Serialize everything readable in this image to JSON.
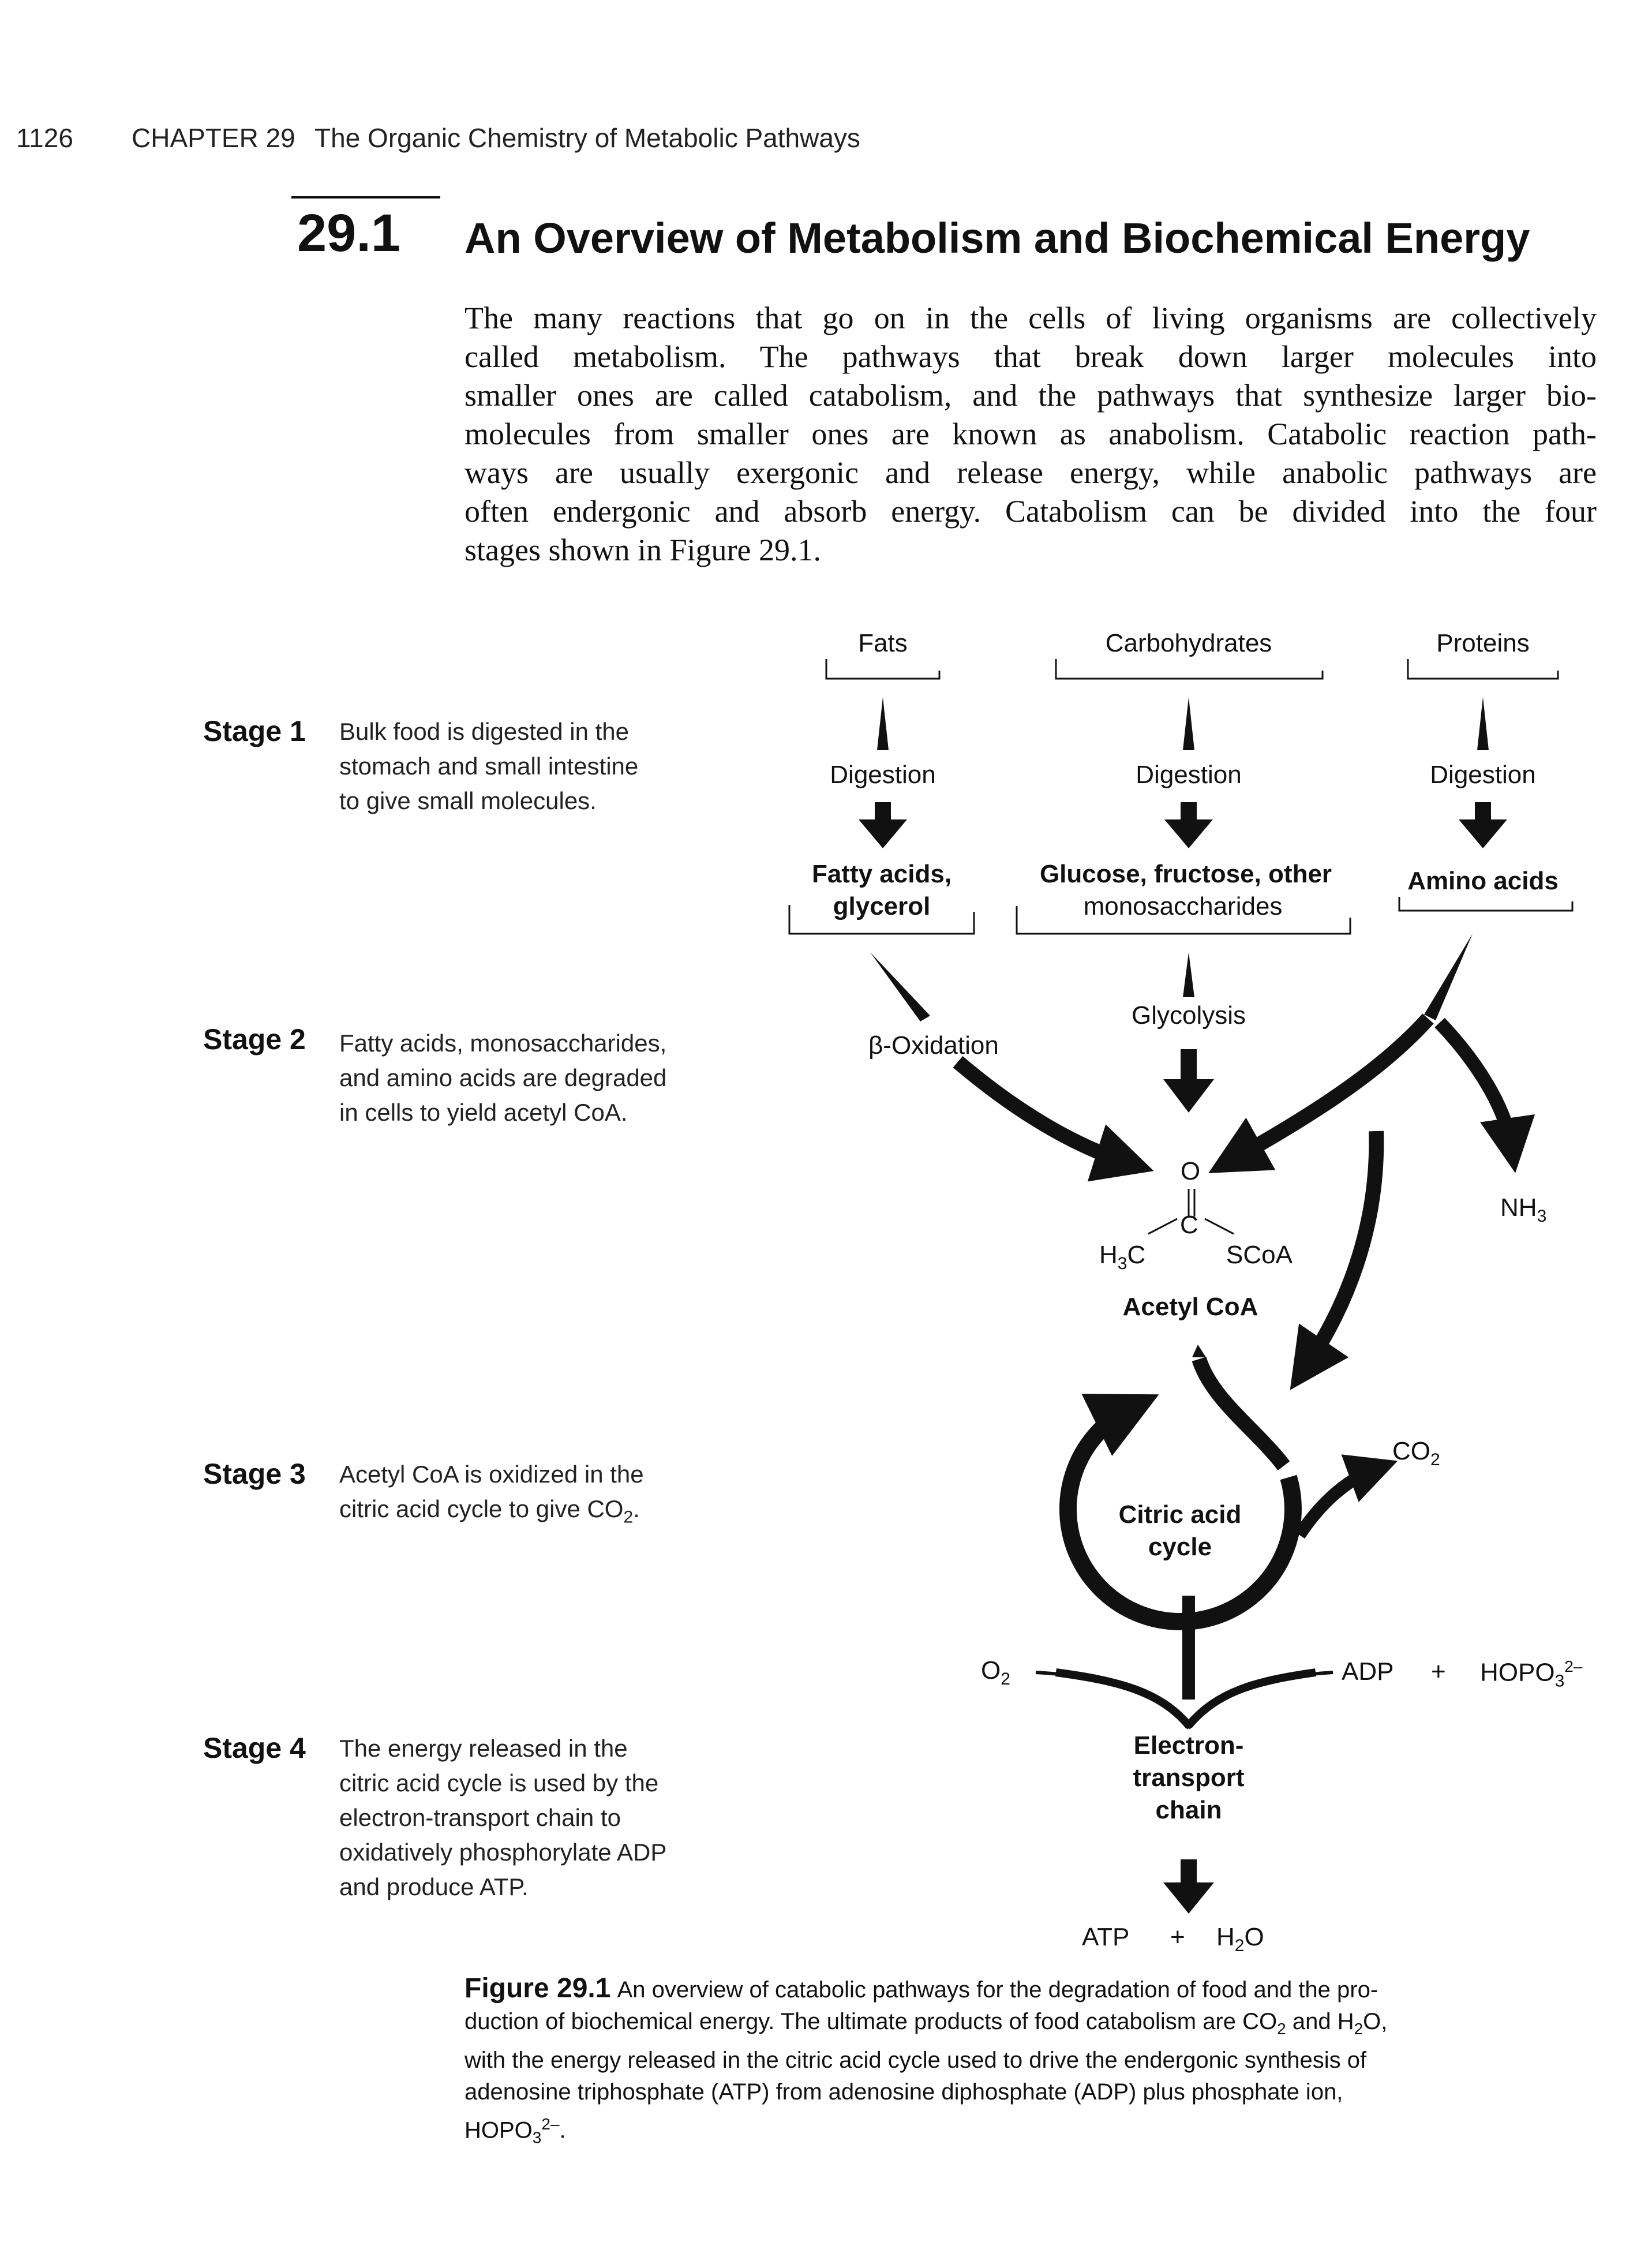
{
  "running_header": {
    "page_number": "1126",
    "chapter": "CHAPTER 29",
    "chapter_title": "The Organic Chemistry of Metabolic Pathways"
  },
  "section": {
    "number": "29.1",
    "title": "An Overview of Metabolism and Biochemical Energy"
  },
  "body_lines": [
    "The many reactions that go on in the cells of living organisms are collectively",
    "called metabolism. The pathways that break down larger molecules into",
    "smaller ones are called catabolism, and the pathways that synthesize larger bio-",
    "molecules from smaller ones are known as anabolism. Catabolic reaction path-",
    "ways are usually exergonic and release energy, while anabolic pathways are",
    "often endergonic and absorb energy. Catabolism can be divided into the four",
    "stages shown in Figure 29.1."
  ],
  "stages": [
    {
      "label": "Stage 1",
      "lines": [
        "Bulk food is digested in the",
        "stomach and small intestine",
        "to give small molecules."
      ]
    },
    {
      "label": "Stage 2",
      "lines": [
        "Fatty acids, monosaccharides,",
        "and amino acids are degraded",
        "in cells to yield acetyl CoA."
      ]
    },
    {
      "label": "Stage 3",
      "lines": [
        "Acetyl CoA is oxidized in the",
        "citric acid cycle to give CO2."
      ]
    },
    {
      "label": "Stage 4",
      "lines": [
        "The energy released in the",
        "citric acid cycle is used by the",
        "electron-transport chain to",
        "oxidatively phosphorylate ADP",
        "and produce ATP."
      ]
    }
  ],
  "diagram": {
    "fats": "Fats",
    "carbohydrates": "Carbohydrates",
    "proteins": "Proteins",
    "digestion": "Digestion",
    "fatty_acids": "Fatty acids,",
    "glycerol": "glycerol",
    "glucose": "Glucose, fructose, other",
    "monosaccharides": "monosaccharides",
    "amino_acids": "Amino acids",
    "glycolysis": "Glycolysis",
    "beta_oxidation": "β-Oxidation",
    "nh3": "NH3",
    "acetyl_o": "O",
    "acetyl_h3c": "H3C",
    "acetyl_c": "C",
    "acetyl_scoa": "SCoA",
    "acetyl_coa": "Acetyl CoA",
    "citric_acid": "Citric acid",
    "cycle": "cycle",
    "co2": "CO2",
    "o2": "O2",
    "adp": "ADP",
    "plus": "+",
    "hopo3": "HOPO3",
    "hopo3_charge": "2–",
    "electron": "Electron-",
    "transport": "transport",
    "chain": "chain",
    "atp": "ATP",
    "h2o": "H2O"
  },
  "caption": {
    "label": "Figure 29.1",
    "lines": [
      "An overview of catabolic pathways for the degradation of food and the pro-",
      "duction of biochemical energy. The ultimate products of food catabolism are CO2 and H2O,",
      "with the energy released in the citric acid cycle used to drive the endergonic synthesis of",
      "adenosine triphosphate (ATP) from adenosine diphosphate (ADP) plus phosphate ion,",
      "HOPO3 2–."
    ]
  }
}
